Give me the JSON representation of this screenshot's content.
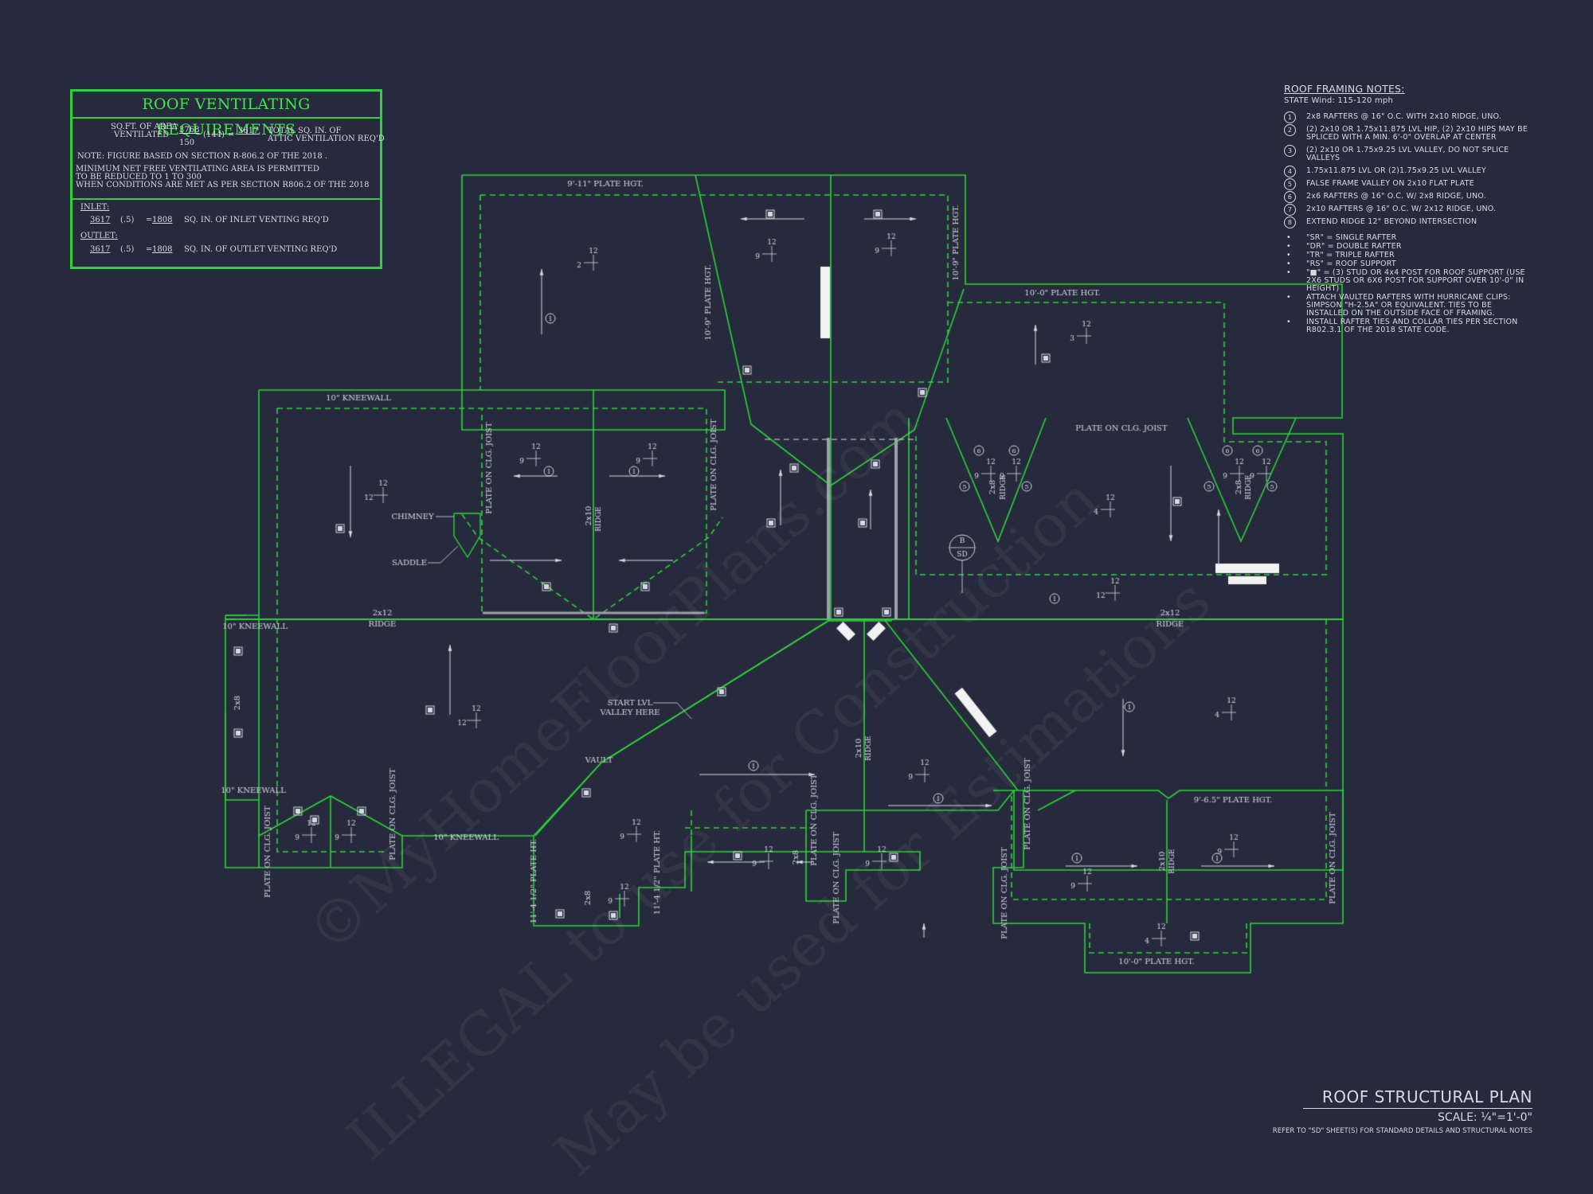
{
  "ventilation": {
    "title": "ROOF VENTILATING REQUIREMENTS",
    "sqft_label_1": "SQ.FT. OF AREA",
    "sqft_label_2": "VENTILATED",
    "area": "3768",
    "divisor": "150",
    "multiplier": "(144)",
    "equals": "=",
    "total": "3617",
    "total_label_1": "TOTAL SQ. IN. OF",
    "total_label_2": "ATTIC VENTILATION REQ'D",
    "note": "NOTE: FIGURE BASED ON SECTION R-806.2 OF THE 2018 .",
    "min_1": "MINIMUM NET FREE VENTILATING AREA IS PERMITTED",
    "min_2": "TO BE REDUCED TO 1 TO 300",
    "min_3": "WHEN CONDITIONS ARE MET AS PER SECTION R806.2 OF THE 2018",
    "inlet_label": "INLET:",
    "inlet_total": "3617",
    "inlet_factor": "(.5)",
    "inlet_eq": "=",
    "inlet_value": "1808",
    "inlet_desc": "SQ. IN. OF INLET VENTING REQ'D",
    "outlet_label": "OUTLET:",
    "outlet_total": "3617",
    "outlet_factor": "(.5)",
    "outlet_eq": "=",
    "outlet_value": "1808",
    "outlet_desc": "SQ. IN. OF OUTLET VENTING REQ'D"
  },
  "framing_notes": {
    "title": "ROOF FRAMING NOTES:",
    "wind": "STATE Wind: 115-120 mph",
    "items": [
      {
        "num": "1",
        "text": "2x8 RAFTERS @ 16\" O.C. WITH 2x10 RIDGE, UNO."
      },
      {
        "num": "2",
        "text": "(2) 2x10 OR 1.75x11.875 LVL HIP, (2) 2x10 HIPS MAY BE SPLICED WITH A MIN. 6'-0\" OVERLAP AT CENTER"
      },
      {
        "num": "3",
        "text": "(2) 2x10 OR 1.75x9.25 LVL VALLEY, DO NOT SPLICE VALLEYS"
      },
      {
        "num": "4",
        "text": "1.75x11.875 LVL OR (2)1.75x9.25 LVL VALLEY"
      },
      {
        "num": "5",
        "text": "FALSE FRAME VALLEY ON 2x10 FLAT PLATE"
      },
      {
        "num": "6",
        "text": "2x6 RAFTERS @ 16\" O.C. W/ 2x8 RIDGE, UNO."
      },
      {
        "num": "7",
        "text": "2x10 RAFTERS @ 16\" O.C. W/ 2x12 RIDGE, UNO."
      },
      {
        "num": "8",
        "text": "EXTEND RIDGE 12\" BEYOND INTERSECTION"
      }
    ],
    "bullets": [
      "\"SR\" = SINGLE RAFTER",
      "\"DR\" = DOUBLE RAFTER",
      "\"TR\" = TRIPLE RAFTER",
      "\"RS\" = ROOF SUPPORT",
      "\"■\" = (3) STUD OR 4x4 POST FOR ROOF SUPPORT (USE 2X6 STUDS OR 6X6 POST FOR SUPPORT OVER 10'-0\" IN HEIGHT)",
      "ATTACH VAULTED RAFTERS WITH HURRICANE CLIPS: SIMPSON \"H-2.5A\" OR EQUIVALENT. TIES TO BE INSTALLED ON THE OUTSIDE FACE OF FRAMING.",
      "INSTALL RAFTER TIES AND COLLAR TIES PER SECTION R802.3.1 OF THE 2018 STATE CODE."
    ]
  },
  "title_block": {
    "title": "ROOF STRUCTURAL PLAN",
    "scale": "SCALE: ¼\"=1'-0\"",
    "reference": "REFER TO \"SD\" SHEET(S) FOR STANDARD DETAILS AND STRUCTURAL NOTES"
  },
  "plan_labels": {
    "plate_9_11": "9'-11\" PLATE HGT.",
    "plate_10_9_a": "10'-9\" PLATE HGT.",
    "plate_10_9_b": "10'-9\" PLATE HGT.",
    "plate_10_0_top": "10'-0\" PLATE HGT.",
    "plate_10_0_bottom": "10'-0\" PLATE HGT.",
    "plate_9_6_5": "9'-6.5\" PLATE HGT.",
    "plate_11_4_a": "11'-4 1/2\" PLATE HT.",
    "plate_11_4_b": "11'-4 1/2\" PLATE HT.",
    "kneewall_top": "10\" KNEEWALL",
    "kneewall_left_top": "10\" KNEEWALL",
    "kneewall_left_bottom": "10\" KNEEWALL",
    "kneewall_bottom": "10\" KNEEWALL",
    "plate_clg_joist": "PLATE ON CLG. JOIST",
    "chimney": "CHIMNEY",
    "saddle": "SADDLE",
    "ridge_2x12": "2x12",
    "ridge_word": "RIDGE",
    "ridge_2x10": "2x10",
    "ridge_2x8": "2x8",
    "start_lvl_1": "START LVL",
    "start_lvl_2": "VALLEY HERE",
    "vault": "VAULT",
    "detail_b": "B",
    "detail_sd": "SD"
  },
  "watermark": {
    "line_1": "©MyHomeFloorPlans.com",
    "line_2": "ILLEGAL to use for Construction",
    "line_3": "May be used for Estimations"
  },
  "colors": {
    "background": "#262a3c",
    "line_green": "#2fd13a",
    "text": "#d8dae3"
  }
}
